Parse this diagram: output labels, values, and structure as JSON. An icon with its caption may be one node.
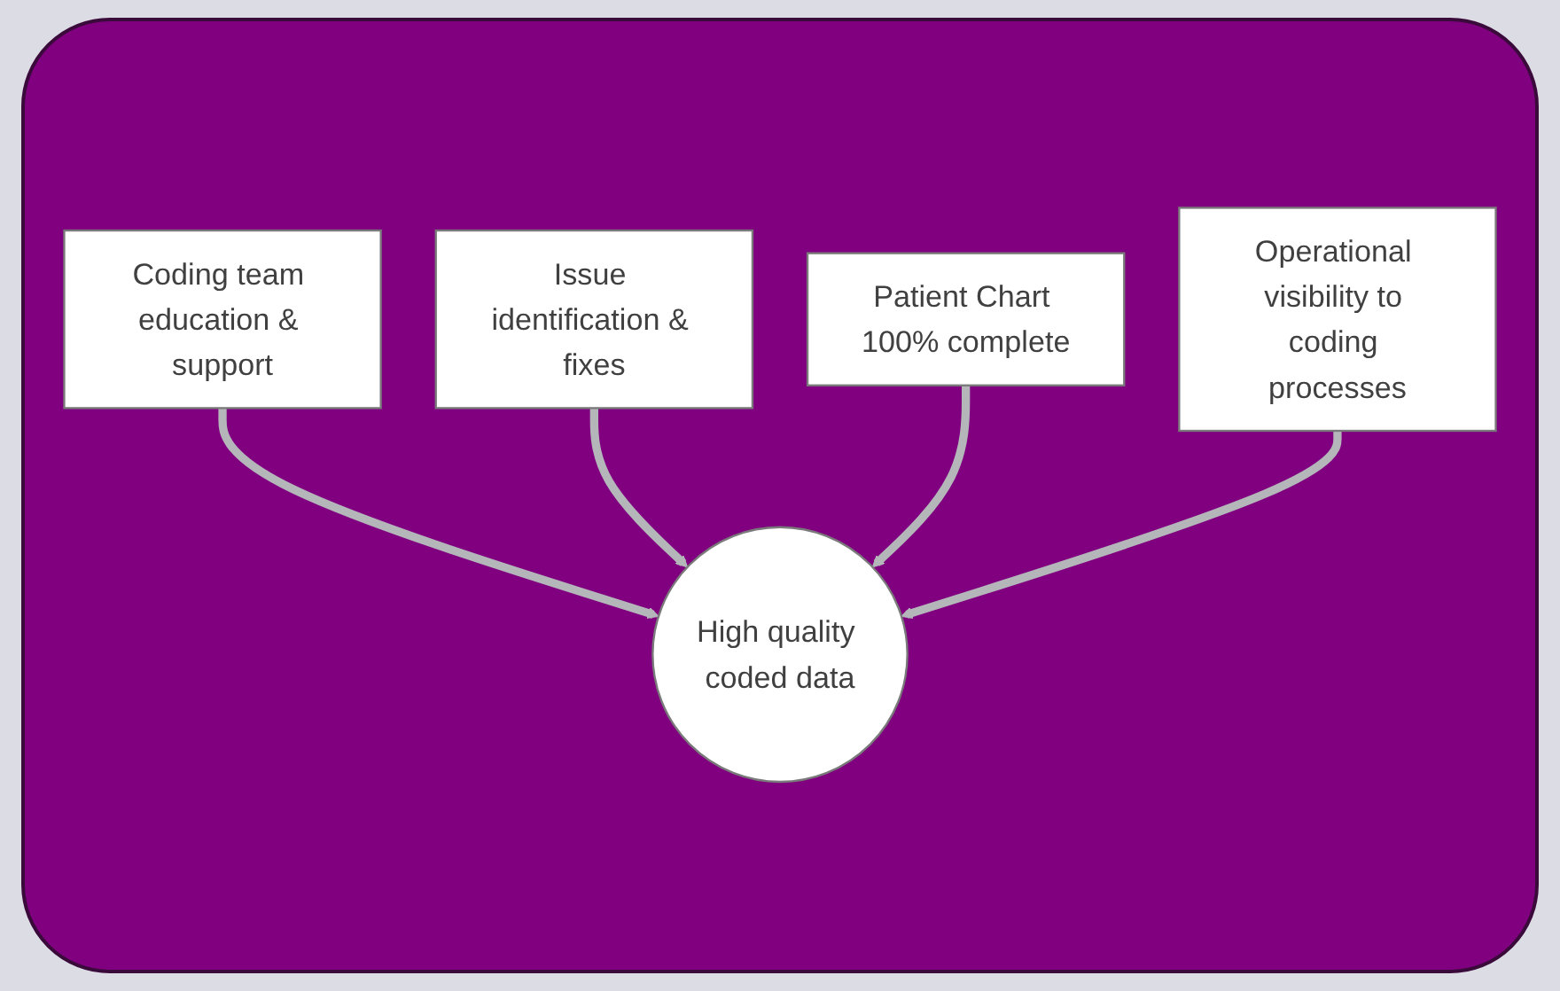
{
  "diagram": {
    "nodes": [
      {
        "text": [
          "Coding team education & support"
        ]
      },
      {
        "text": [
          "Issue identification & fixes"
        ]
      },
      {
        "text": [
          "Patient Chart 100% complete"
        ]
      },
      {
        "text": [
          "High quality coded data"
        ]
      },
      {
        "text": [
          "Operational visibility to coding processes"
        ]
      }
    ],
    "edges": [
      {
        "from": 0,
        "to": 3,
        "arrow": "to"
      },
      {
        "from": 1,
        "to": 3,
        "arrow": "to"
      },
      {
        "from": 2,
        "to": 3,
        "arrow": "to"
      },
      {
        "from": 4,
        "to": 3,
        "arrow": "to"
      }
    ]
  }
}
